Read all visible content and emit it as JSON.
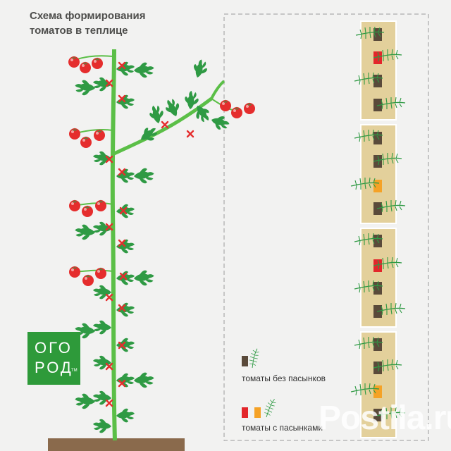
{
  "title": {
    "line1": "Схема формирования",
    "line2": "томатов в теплице"
  },
  "logo": {
    "line1": "ОГО",
    "line2": "РОД",
    "tm": "TM"
  },
  "legend": {
    "without_side_shoots": "томаты без пасынков",
    "with_side_shoots": "томаты с пасынками"
  },
  "watermark": "Postila.ru",
  "colors": {
    "background": "#f2f2f1",
    "stem": "#5bbf47",
    "leaf": "#2f9a44",
    "tomato": "#e52d2d",
    "cut_mark": "#e52d2d",
    "soil": "#8a6a4c",
    "bed": "#e3d09b",
    "dark_pot": "#5a4a3a",
    "red_pot": "#e3262b",
    "orange_pot": "#f5a226",
    "logo": "#2e9a3a",
    "dashed_frame": "#9a9a9a"
  },
  "icons": [
    "tomato-fruit-icon",
    "leaf-icon",
    "cut-mark-icon",
    "pot-icon",
    "sprout-icon"
  ]
}
